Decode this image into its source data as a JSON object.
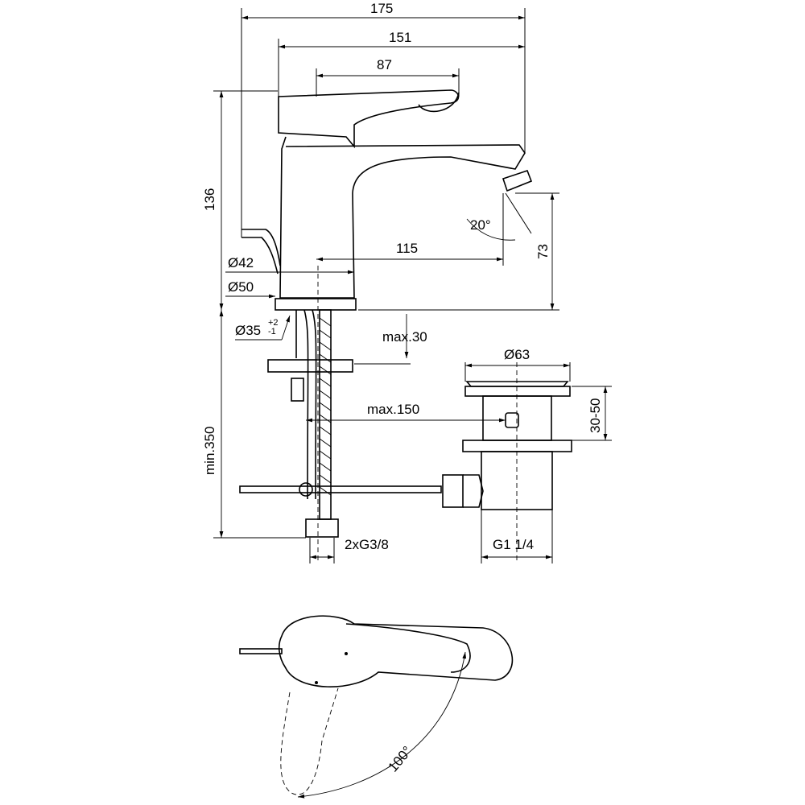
{
  "dimensions": {
    "overall_width": "175",
    "spout_reach_from_lever": "151",
    "lever_length": "87",
    "height": "136",
    "spout_angle": "20°",
    "spout_outlet_height": "73",
    "spout_projection": "115",
    "body_diameter": "Ø42",
    "base_diameter": "Ø50",
    "hole_diameter": "Ø35",
    "hole_tol_plus": "+2",
    "hole_tol_minus": "-1",
    "max_deck_thickness": "max.30",
    "waste_diameter": "Ø63",
    "waste_range": "30-50",
    "waste_distance": "max.150",
    "min_hose_length": "min.350",
    "connection": "2xG3/8",
    "waste_thread": "G1 1/4",
    "lever_rotation": "100°"
  }
}
